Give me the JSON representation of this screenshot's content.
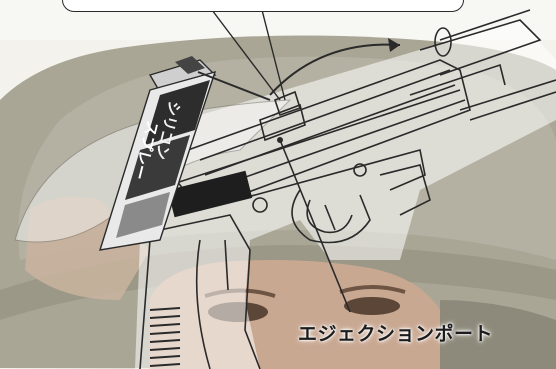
{
  "labels": {
    "ejection_port": "エジェクションポート"
  },
  "can": {
    "text_lines": [
      "シリコン",
      "スプレー"
    ]
  },
  "colors": {
    "background": "#f3f2ec",
    "helmet": "#a6a393",
    "line": "#2a2a2a"
  }
}
